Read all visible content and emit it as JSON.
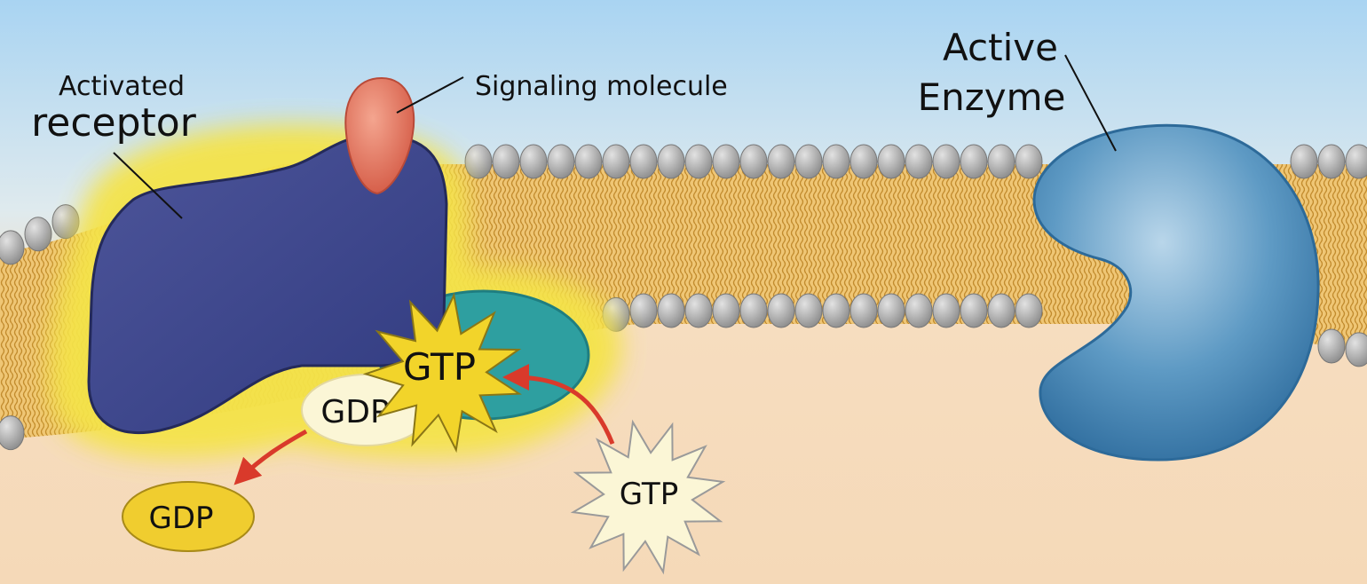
{
  "labels": {
    "activated": "Activated",
    "receptor": "receptor",
    "signaling_molecule": "Signaling molecule",
    "active": "Active",
    "enzyme": "Enzyme",
    "gtp_bound": "GTP",
    "gdp_faded": "GDP",
    "gdp_released": "GDP",
    "gtp_free": "GTP"
  },
  "colors": {
    "sky": "#a9d4f2",
    "cytoplasm": "#f6ddbf",
    "receptor": "#3f4b8e",
    "signaling_molecule": "#e0705c",
    "g_protein": "#2e9fa0",
    "gtp_bound": "#f2d42a",
    "gtp_free": "#fbf6d6",
    "gdp": "#f0cd2f",
    "enzyme": "#4f90bd",
    "arrow": "#d93a2b",
    "glow": "#f4e34a",
    "lipid_head": "#a8a8a8",
    "lipid_tail": "#e1ad4a"
  }
}
